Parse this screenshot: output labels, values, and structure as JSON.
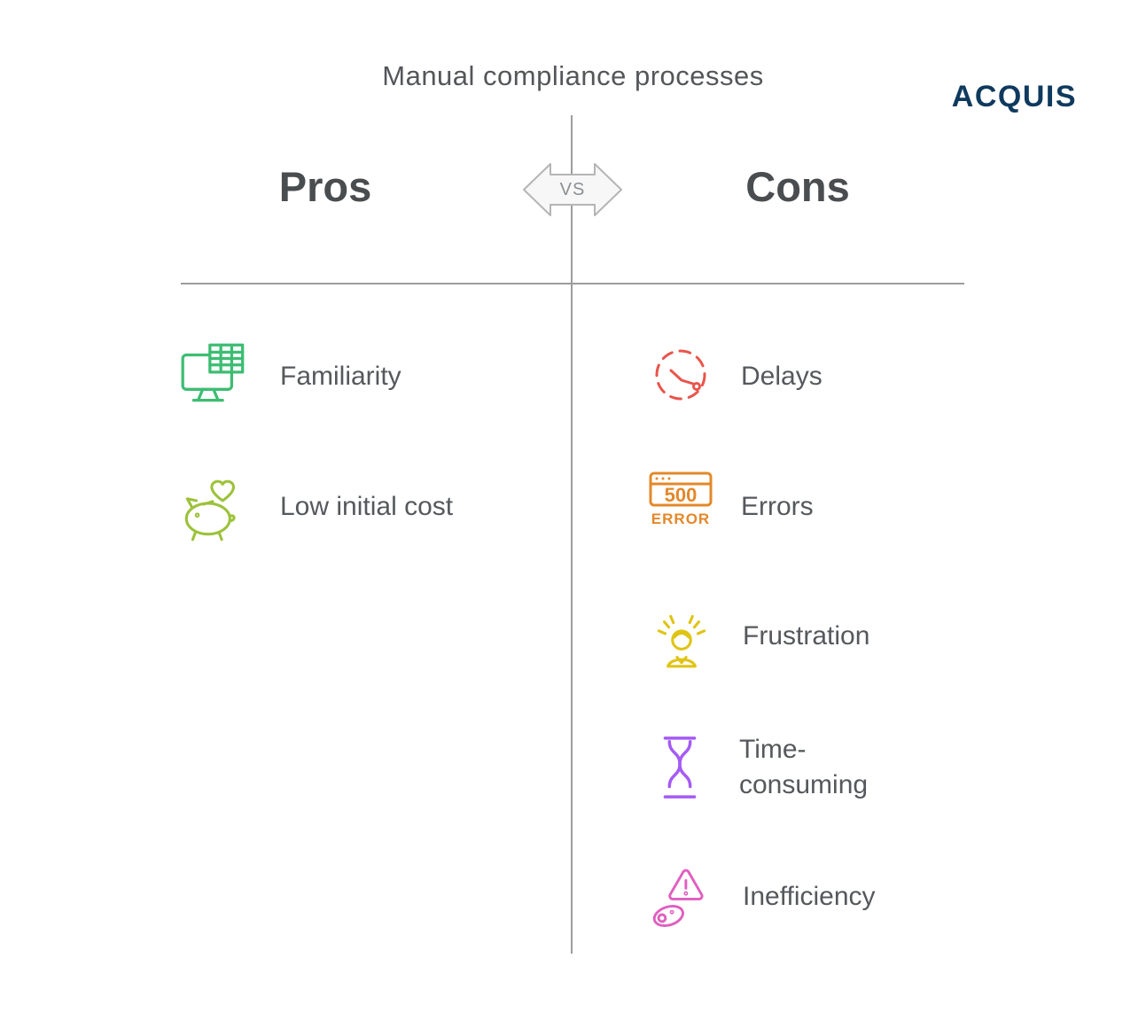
{
  "title": "Manual compliance processes",
  "logo": "ACQUIS",
  "vs_label": "VS",
  "columns": {
    "pros": {
      "heading": "Pros",
      "items": [
        {
          "label": "Familiarity",
          "icon": "monitor-spreadsheet-icon",
          "color": "#3dbd72"
        },
        {
          "label": "Low initial cost",
          "icon": "piggy-bank-heart-icon",
          "color": "#9cc23a"
        }
      ]
    },
    "cons": {
      "heading": "Cons",
      "items": [
        {
          "label": "Delays",
          "icon": "stopwatch-delay-icon",
          "color": "#e9544b"
        },
        {
          "label": "Errors",
          "icon": "browser-500-error-icon",
          "color": "#e3882a",
          "icon_text_primary": "500",
          "icon_text_secondary": "ERROR"
        },
        {
          "label": "Frustration",
          "icon": "frustrated-person-icon",
          "color": "#e0c413"
        },
        {
          "label": "Time-consuming",
          "icon": "hourglass-icon",
          "color": "#a55bf5"
        },
        {
          "label": "Inefficiency",
          "icon": "warning-triangle-mouse-icon",
          "color": "#e05fc0"
        }
      ]
    }
  },
  "colors": {
    "divider": "#9c9c9c",
    "badge_fill": "#f7f7f7",
    "badge_border": "#b5b5b5",
    "title_text": "#54565a",
    "heading_text": "#4a4d50",
    "label_text": "#55585c",
    "logo_text": "#0f3a5e",
    "vs_text": "#8a8f94"
  }
}
